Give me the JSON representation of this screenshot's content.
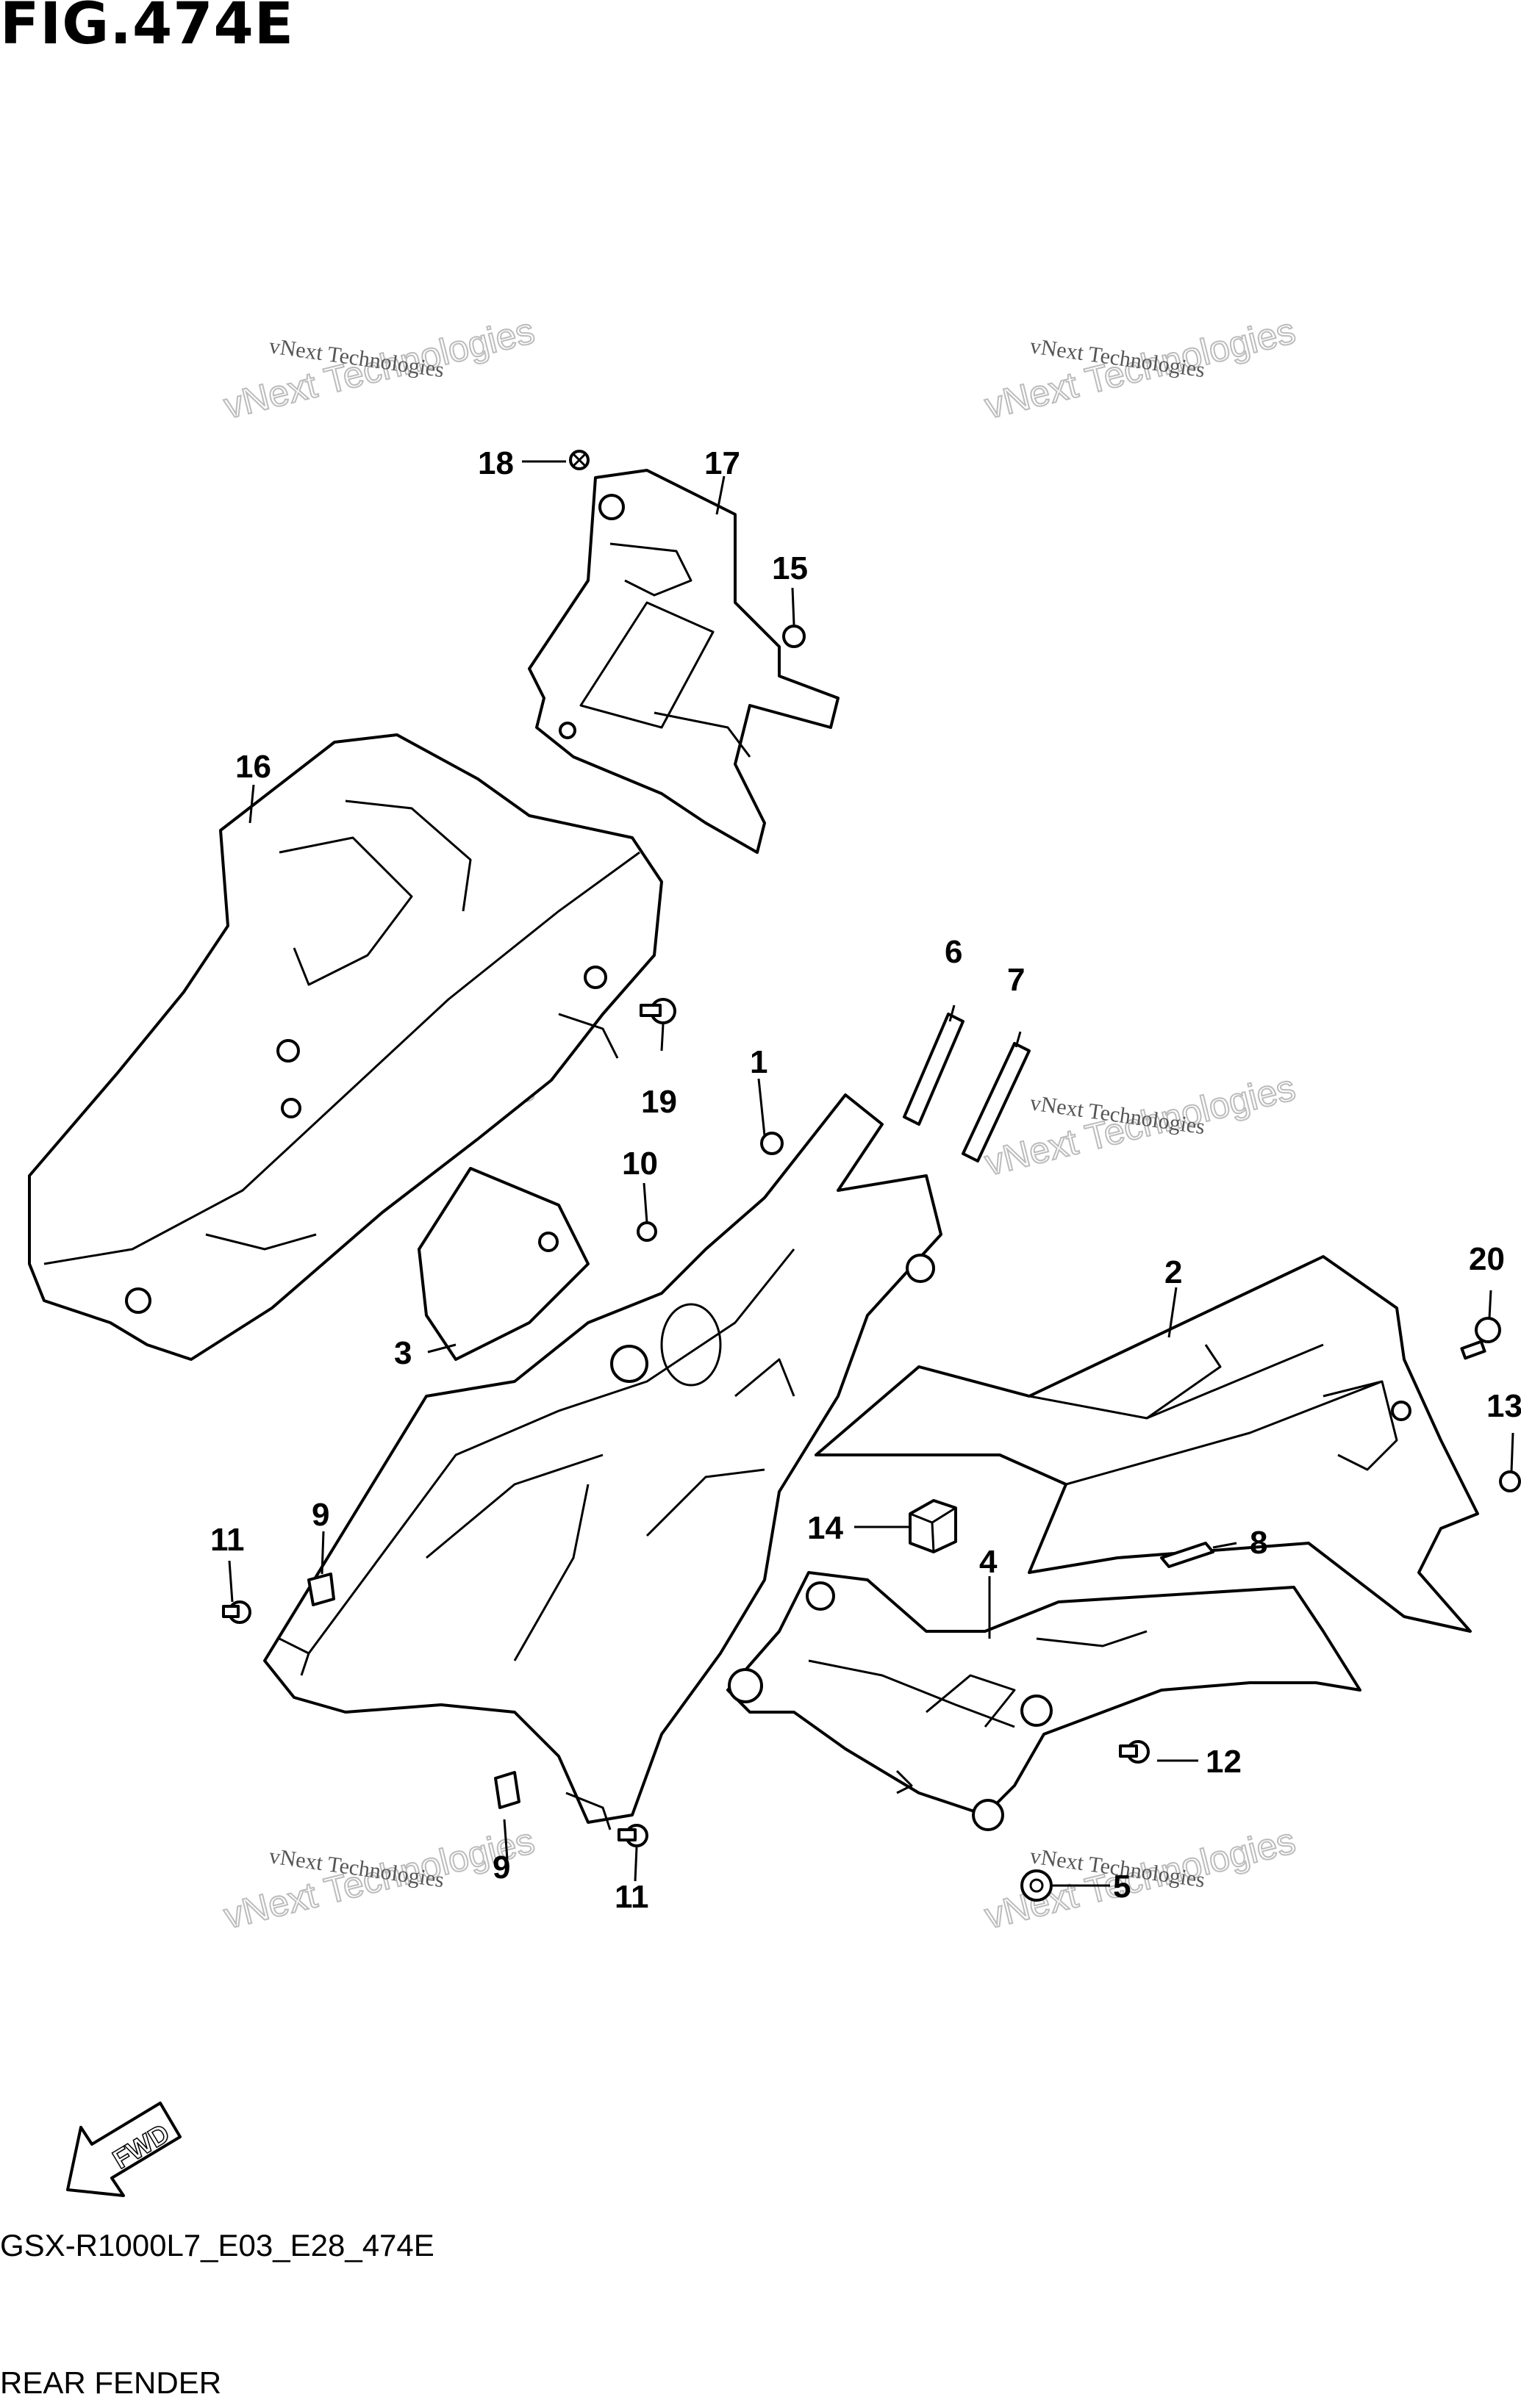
{
  "header": {
    "fig_title": "FIG.474E"
  },
  "footer": {
    "model_code": "GSX-R1000L7_E03_E28_474E",
    "section_name": "REAR FENDER"
  },
  "fwd_label": "FWD",
  "watermark": {
    "line1": "vNext Technologies",
    "line2": "vNext Technologies"
  },
  "callouts": {
    "p1": "1",
    "p2": "2",
    "p3": "3",
    "p4": "4",
    "p5": "5",
    "p6": "6",
    "p7": "7",
    "p8": "8",
    "p9a": "9",
    "p9b": "9",
    "p10": "10",
    "p11a": "11",
    "p11b": "11",
    "p12": "12",
    "p13": "13",
    "p14": "14",
    "p15": "15",
    "p16": "16",
    "p17": "17",
    "p18": "18",
    "p19": "19",
    "p20": "20"
  }
}
